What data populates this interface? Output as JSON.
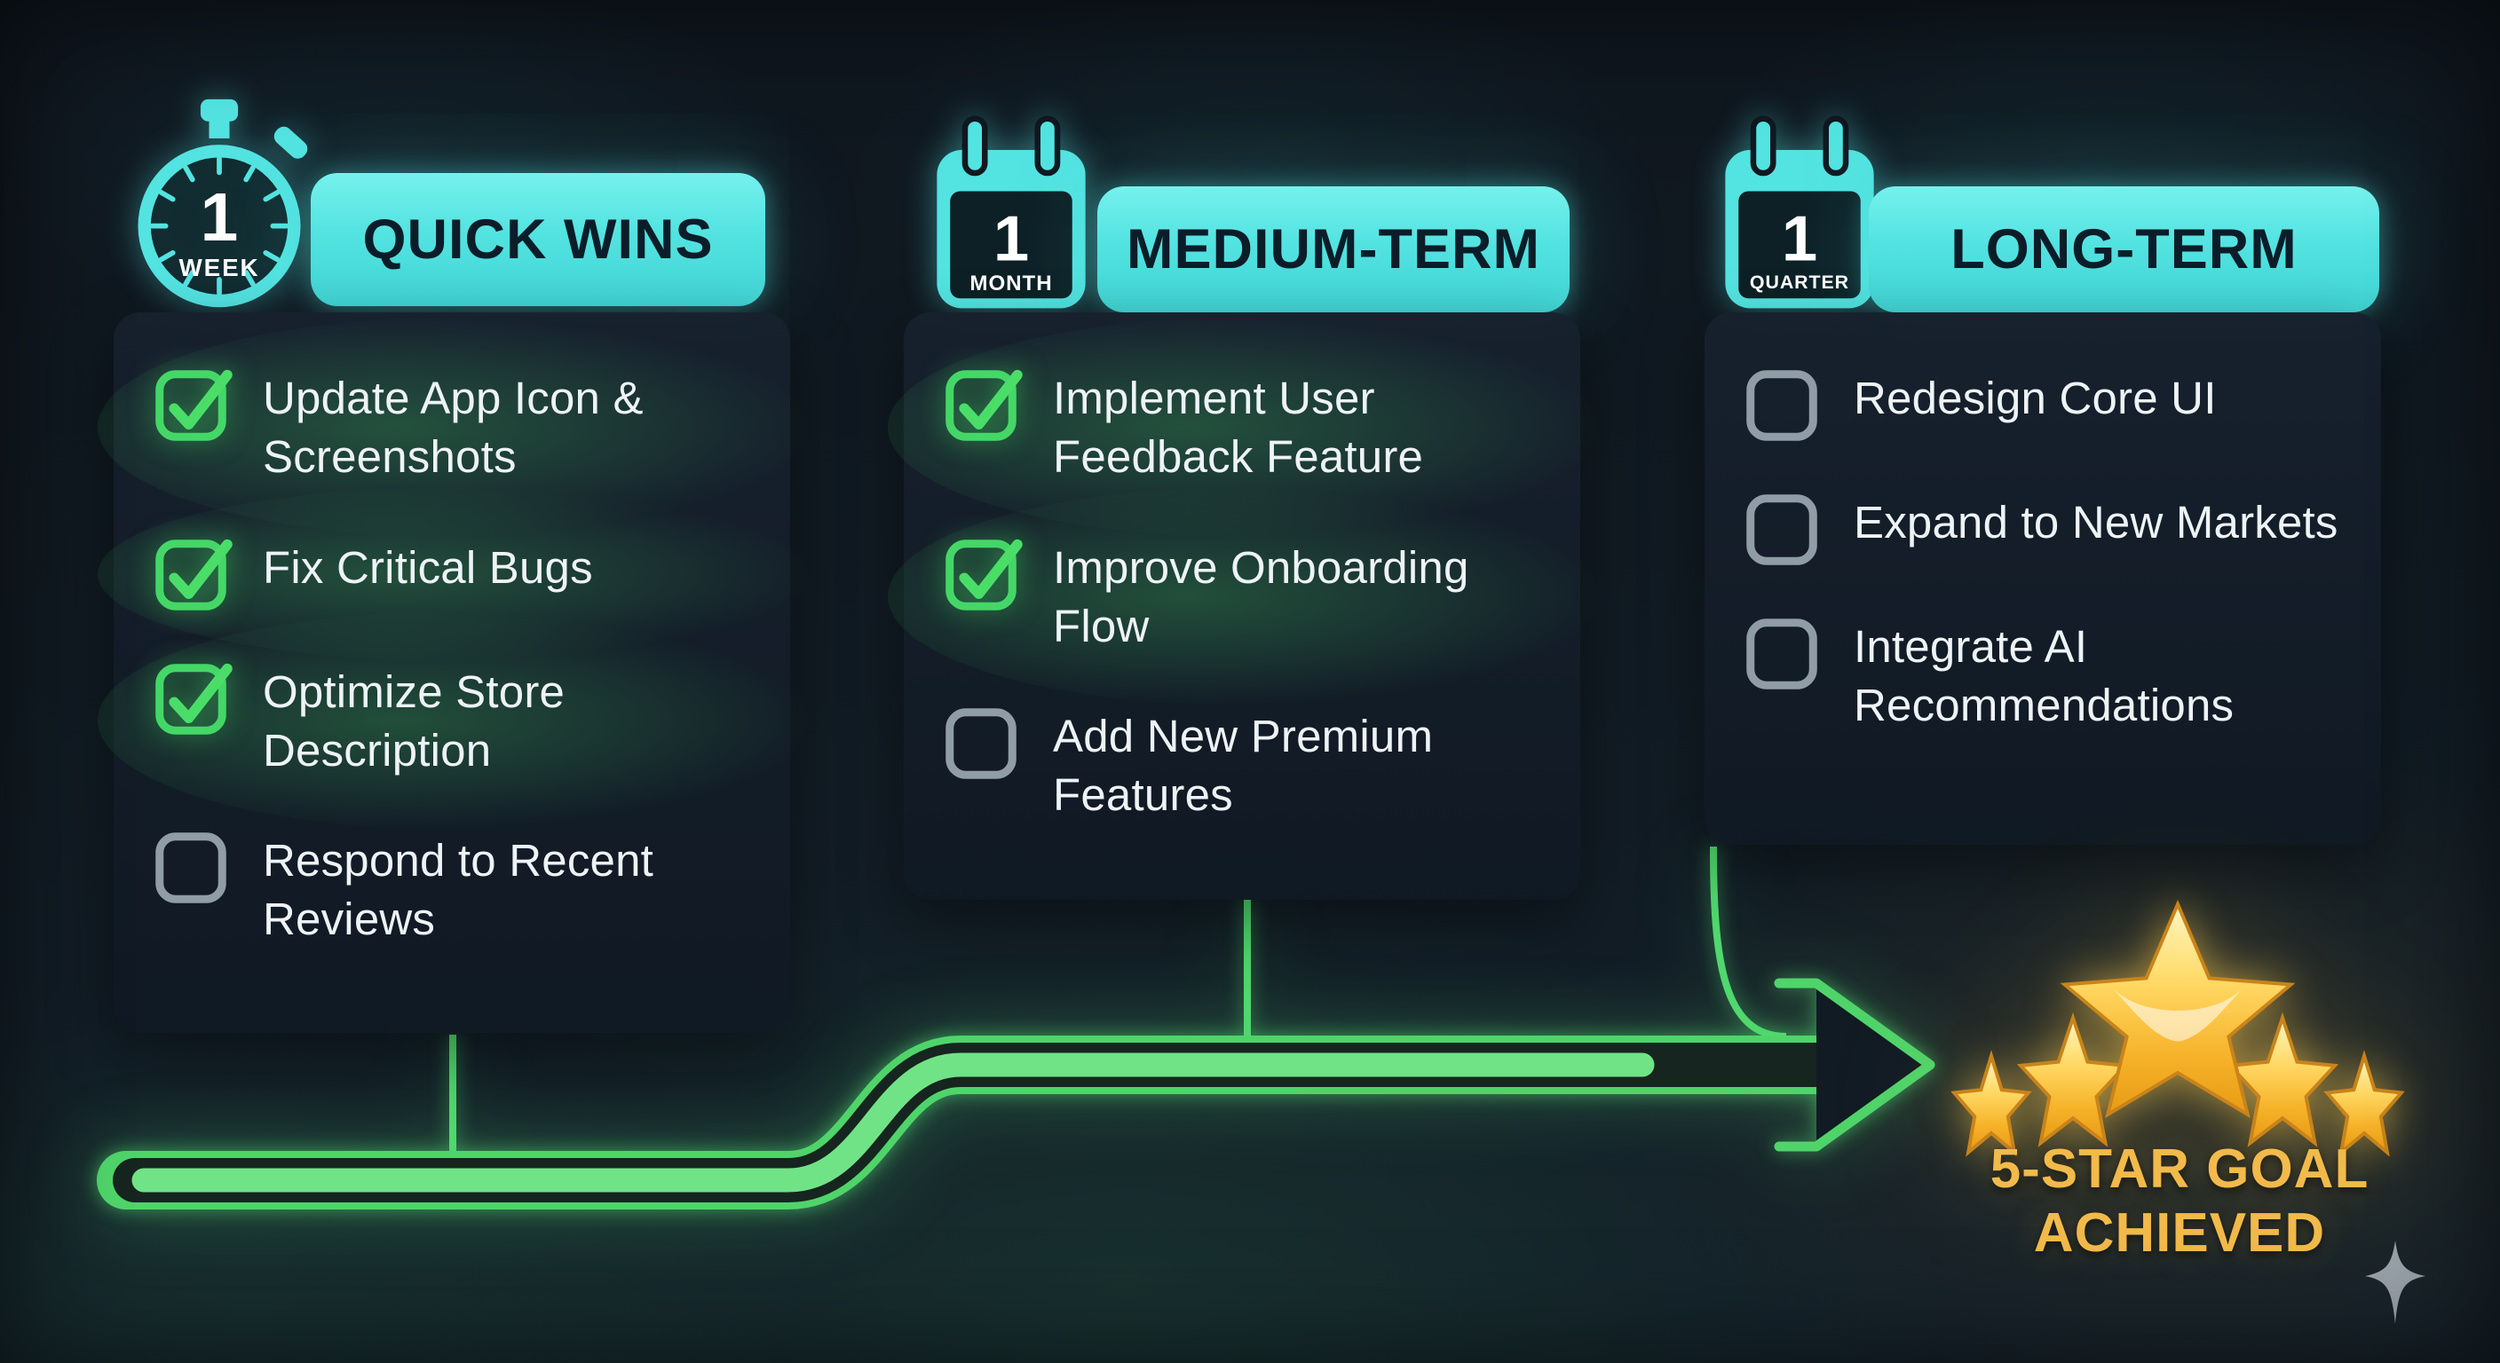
{
  "columns": [
    {
      "key": "quick-wins",
      "icon": "stopwatch-icon",
      "timeframe": {
        "value": "1",
        "unit": "WEEK"
      },
      "title": "QUICK WINS",
      "items": [
        {
          "label": "Update App Icon & Screenshots",
          "checked": true
        },
        {
          "label": "Fix Critical Bugs",
          "checked": true
        },
        {
          "label": "Optimize Store Description",
          "checked": true
        },
        {
          "label": "Respond to Recent Reviews",
          "checked": false
        }
      ]
    },
    {
      "key": "medium-term",
      "icon": "calendar-icon",
      "timeframe": {
        "value": "1",
        "unit": "MONTH"
      },
      "title": "MEDIUM-TERM",
      "items": [
        {
          "label": "Implement User Feedback Feature",
          "checked": true
        },
        {
          "label": "Improve Onboarding Flow",
          "checked": true
        },
        {
          "label": "Add New Premium Features",
          "checked": false
        }
      ]
    },
    {
      "key": "long-term",
      "icon": "calendar-icon",
      "timeframe": {
        "value": "1",
        "unit": "QUARTER"
      },
      "title": "LONG-TERM",
      "items": [
        {
          "label": "Redesign Core UI",
          "checked": false
        },
        {
          "label": "Expand to New Markets",
          "checked": false
        },
        {
          "label": "Integrate AI Recommendations",
          "checked": false
        }
      ]
    }
  ],
  "goal": {
    "line1": "5-STAR GOAL",
    "line2": "ACHIEVED",
    "stars_count": 5
  },
  "colors": {
    "cyan_accent": "#53e3e1",
    "green_accent": "#4ad968",
    "green_bright": "#6fe689",
    "gold_accent": "#f2ba4a",
    "background": "#111b23",
    "card": "#16202c",
    "item_text": "#eef3f6",
    "header_text": "#0b1d29",
    "unchecked_gray": "#909ca6",
    "sparkle_gray": "#9ba3ab"
  }
}
